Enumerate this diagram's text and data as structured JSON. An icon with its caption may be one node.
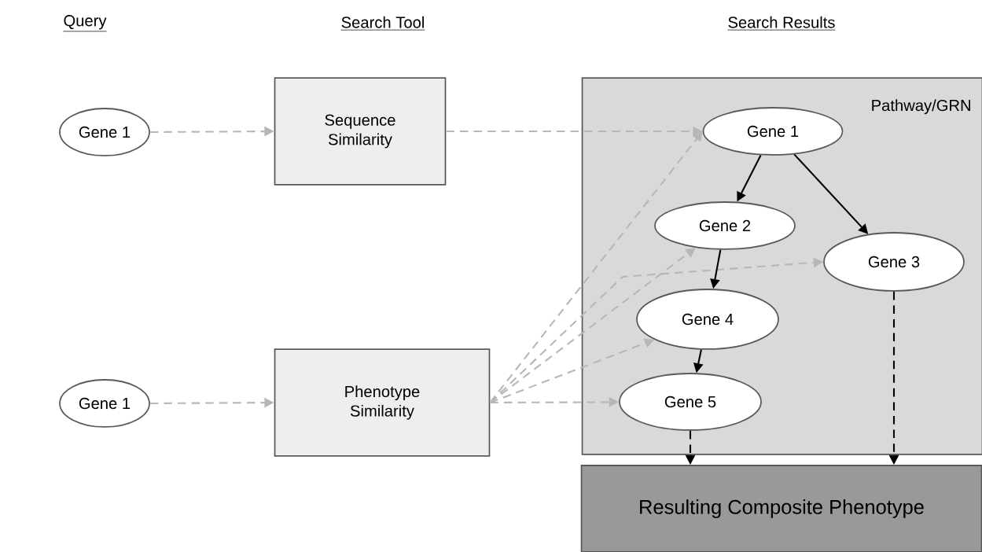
{
  "diagram": {
    "nodes": [
      {
        "text": [
          "Gene 1"
        ]
      },
      {
        "text": [
          "Gene 1"
        ]
      },
      {
        "text": [
          "Sequence Similarity"
        ]
      },
      {
        "text": [
          "Phenotype Similarity"
        ]
      },
      {
        "text": [
          "Pathway/GRN"
        ]
      },
      {
        "text": [
          "Gene 1"
        ],
        "in": 4
      },
      {
        "text": [
          "Gene 2"
        ],
        "in": 4
      },
      {
        "text": [
          "Gene 3"
        ],
        "in": 4
      },
      {
        "text": [
          "Gene 4"
        ],
        "in": 4
      },
      {
        "text": [
          "Gene 5"
        ],
        "in": 4
      },
      {
        "text": [
          "Resulting Composite Phenotype"
        ]
      }
    ],
    "edges": [
      {
        "from": 0,
        "to": 2,
        "arrow": "to",
        "style": "dashed"
      },
      {
        "from": 1,
        "to": 3,
        "arrow": "to",
        "style": "dashed"
      },
      {
        "from": 2,
        "to": 5,
        "arrow": "to",
        "style": "dashed"
      },
      {
        "from": 3,
        "to": 5,
        "arrow": "to",
        "style": "dashed"
      },
      {
        "from": 3,
        "to": 6,
        "arrow": "to",
        "style": "dashed"
      },
      {
        "from": 3,
        "to": 7,
        "arrow": "to",
        "style": "dashed"
      },
      {
        "from": 3,
        "to": 8,
        "arrow": "to",
        "style": "dashed"
      },
      {
        "from": 3,
        "to": 9,
        "arrow": "to",
        "style": "dashed"
      },
      {
        "from": 5,
        "to": 6,
        "arrow": "to",
        "color": "#000000"
      },
      {
        "from": 5,
        "to": 7,
        "arrow": "to",
        "color": "#000000"
      },
      {
        "from": 6,
        "to": 8,
        "arrow": "to",
        "color": "#000000"
      },
      {
        "from": 8,
        "to": 9,
        "arrow": "to",
        "color": "#000000"
      },
      {
        "from": 9,
        "to": 10,
        "arrow": "to",
        "style": "dashed",
        "color": "#000000"
      },
      {
        "from": 7,
        "to": 10,
        "arrow": "to",
        "style": "dashed",
        "color": "#000000"
      }
    ],
    "labels": [
      "Query",
      "Search Tool",
      "Search Results"
    ]
  }
}
